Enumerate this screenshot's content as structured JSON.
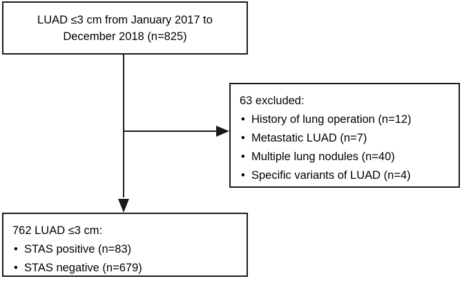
{
  "diagram": {
    "type": "flowchart",
    "orientation": "vertical-with-side-branch",
    "nodes": {
      "enrollment": {
        "line1": "LUAD ≤3 cm from January 2017 to",
        "line2": "December 2018 (n=825)"
      },
      "excluded": {
        "heading": "63 excluded:",
        "items": [
          "History of lung operation (n=12)",
          "Metastatic LUAD (n=7)",
          "Multiple lung nodules (n=40)",
          "Specific variants of LUAD (n=4)"
        ]
      },
      "included": {
        "heading": "762 LUAD ≤3 cm:",
        "items": [
          "STAS positive (n=83)",
          "STAS negative (n=679)"
        ]
      }
    },
    "bullet_glyph": "•",
    "colors": {
      "stroke": "#1a1a1a",
      "background": "#ffffff",
      "text": "#000000"
    }
  }
}
